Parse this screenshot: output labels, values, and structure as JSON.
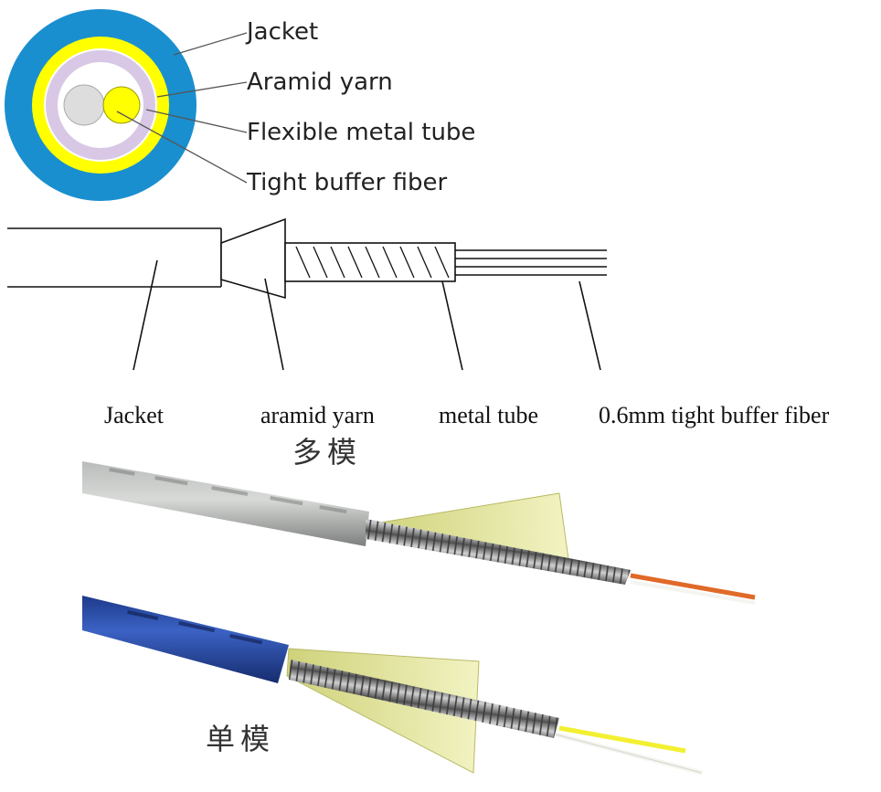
{
  "cross_section": {
    "labels": [
      "Jacket",
      "Aramid yarn",
      "Flexible metal tube",
      "Tight buffer fiber"
    ],
    "colors": {
      "jacket": "#1a8fcf",
      "aramid": "#ffff00",
      "tube": "#d8c8e6",
      "tube_inner": "#ffffff",
      "fiber_gray": "#dddddd",
      "fiber_yellow": "#ffff00"
    }
  },
  "side_view": {
    "labels": [
      "Jacket",
      "aramid yarn",
      "metal tube",
      "0.6mm tight buffer fiber"
    ]
  },
  "photos": {
    "multimode_label": "多模",
    "singlemode_label": "单模",
    "colors": {
      "gray_jacket": "#a4a7a5",
      "blue_jacket": "#2a48a0",
      "aramid_fan": "#e6e89a",
      "metal": "#8a8a8a",
      "orange_fiber": "#e06a28",
      "yellow_fiber": "#f2f030",
      "white_fiber": "#f4f4f0"
    }
  }
}
